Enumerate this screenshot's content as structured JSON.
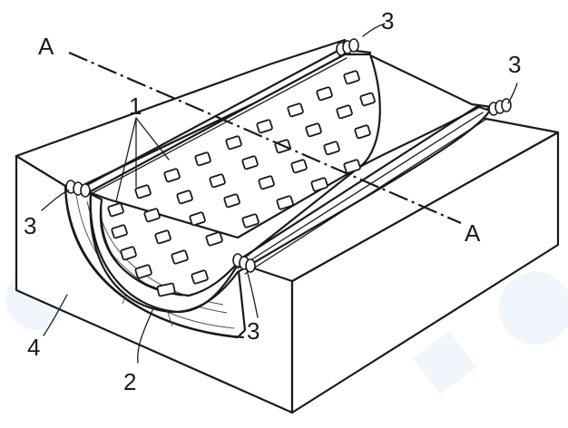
{
  "figure": {
    "section_label_start": "A",
    "section_label_end": "A",
    "part_labels": {
      "screen_openings": "1",
      "curved_screen": "2",
      "fastener_top_left": "3",
      "fastener_top_right": "3",
      "fastener_left": "3",
      "fastener_bottom": "3",
      "block": "4"
    },
    "line_color": "#1a1a1a",
    "watermark_color": "#e3eef8"
  }
}
